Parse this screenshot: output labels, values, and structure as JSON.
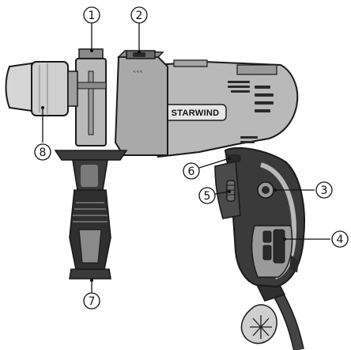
{
  "brand": "STARWIND",
  "callouts": [
    {
      "id": "1",
      "label": "①"
    },
    {
      "id": "2",
      "label": "②"
    },
    {
      "id": "3",
      "label": "③"
    },
    {
      "id": "4",
      "label": "④"
    },
    {
      "id": "5",
      "label": "⑤"
    },
    {
      "id": "6",
      "label": "⑥"
    },
    {
      "id": "7",
      "label": "⑦"
    },
    {
      "id": "8",
      "label": "⑧"
    }
  ],
  "colors": {
    "body": "#b9b9b9",
    "body_dark": "#8e8e8e",
    "grip": "#2f2f2f",
    "grip_mid": "#555555",
    "outline": "#1a1a1a",
    "chuck": "#d6d6d6"
  }
}
